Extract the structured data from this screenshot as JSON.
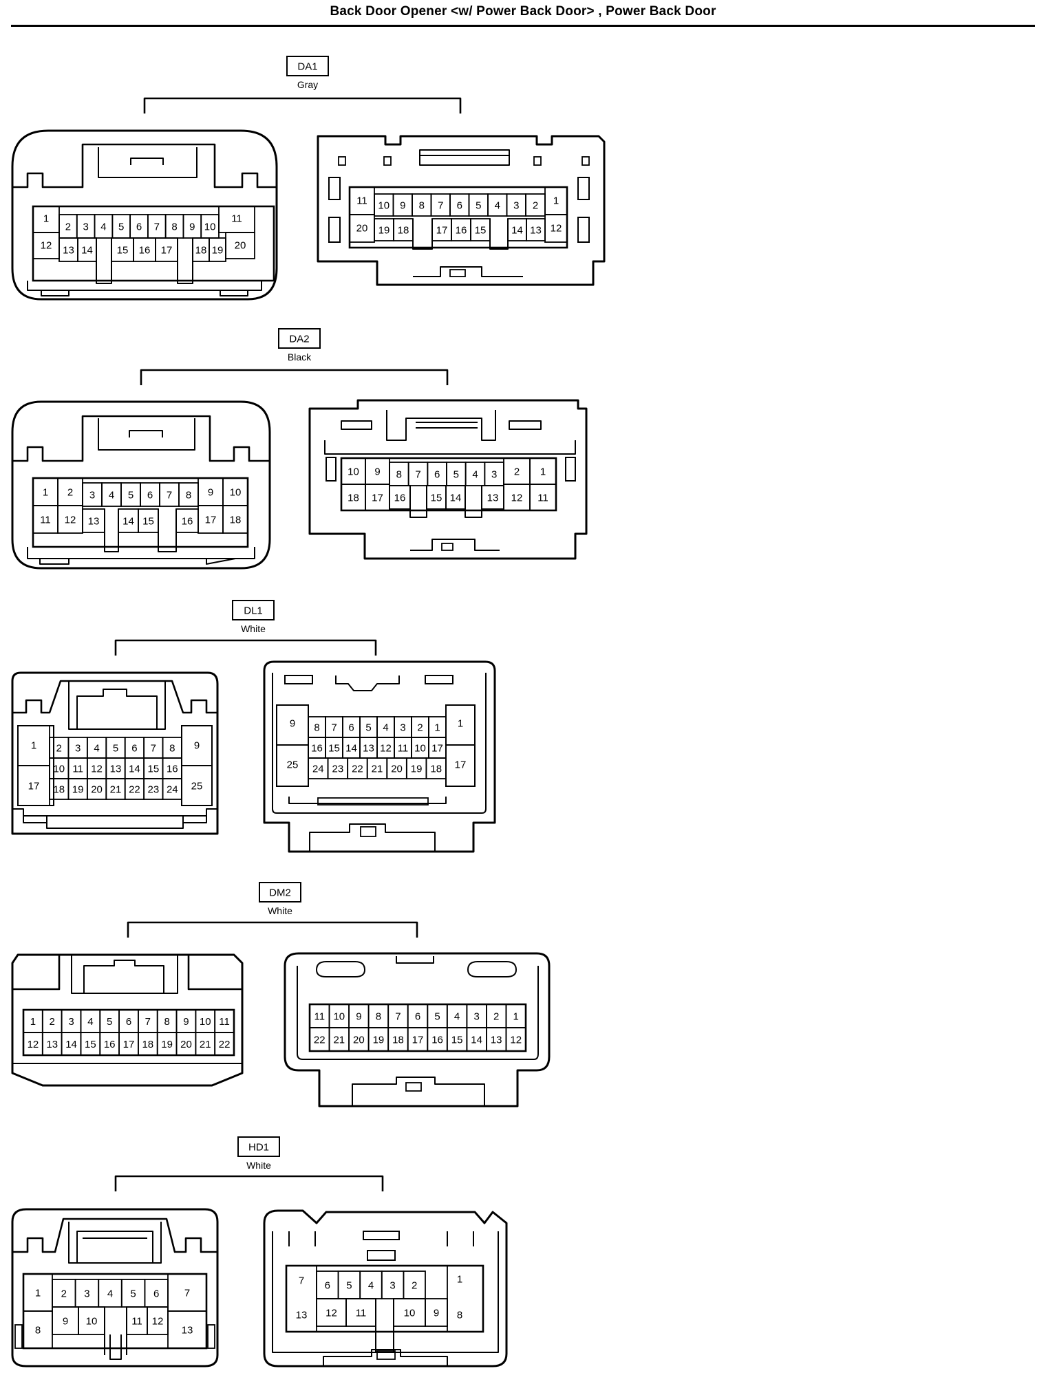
{
  "title": "Back Door Opener <w/ Power Back Door> , Power Back Door",
  "connectors": [
    {
      "id": "DA1",
      "color": "Gray",
      "left": {
        "top": [
          "1",
          "2",
          "3",
          "4",
          "5",
          "6",
          "7",
          "8",
          "9",
          "10",
          "11"
        ],
        "bottom": [
          "12",
          "13",
          "14",
          "15",
          "16",
          "17",
          "18",
          "19",
          "20"
        ]
      },
      "right": {
        "top": [
          "11",
          "10",
          "9",
          "8",
          "7",
          "6",
          "5",
          "4",
          "3",
          "2",
          "1"
        ],
        "bottom": [
          "20",
          "19",
          "18",
          "17",
          "16",
          "15",
          "14",
          "13",
          "12"
        ]
      }
    },
    {
      "id": "DA2",
      "color": "Black",
      "left": {
        "top": [
          "1",
          "2",
          "3",
          "4",
          "5",
          "6",
          "7",
          "8",
          "9",
          "10"
        ],
        "bottom": [
          "11",
          "12",
          "13",
          "14",
          "15",
          "16",
          "17",
          "18"
        ]
      },
      "right": {
        "top": [
          "10",
          "9",
          "8",
          "7",
          "6",
          "5",
          "4",
          "3",
          "2",
          "1"
        ],
        "bottom": [
          "18",
          "17",
          "16",
          "15",
          "14",
          "13",
          "12",
          "11"
        ]
      }
    },
    {
      "id": "DL1",
      "color": "White",
      "left": {
        "top": [
          "1",
          "2",
          "3",
          "4",
          "5",
          "6",
          "7",
          "8",
          "9"
        ],
        "middle": [
          "17",
          "10",
          "11",
          "12",
          "13",
          "14",
          "15",
          "16",
          "25"
        ],
        "bottom": [
          "18",
          "19",
          "20",
          "21",
          "22",
          "23",
          "24"
        ]
      },
      "right": {
        "top": [
          "9",
          "8",
          "7",
          "6",
          "5",
          "4",
          "3",
          "2",
          "1"
        ],
        "middle": [
          "25",
          "16",
          "15",
          "14",
          "13",
          "12",
          "11",
          "10",
          "17"
        ],
        "bottom": [
          "24",
          "23",
          "22",
          "21",
          "20",
          "19",
          "18"
        ]
      }
    },
    {
      "id": "DM2",
      "color": "White",
      "left": {
        "top": [
          "1",
          "2",
          "3",
          "4",
          "5",
          "6",
          "7",
          "8",
          "9",
          "10",
          "11"
        ],
        "bottom": [
          "12",
          "13",
          "14",
          "15",
          "16",
          "17",
          "18",
          "19",
          "20",
          "21",
          "22"
        ]
      },
      "right": {
        "top": [
          "11",
          "10",
          "9",
          "8",
          "7",
          "6",
          "5",
          "4",
          "3",
          "2",
          "1"
        ],
        "bottom": [
          "22",
          "21",
          "20",
          "19",
          "18",
          "17",
          "16",
          "15",
          "14",
          "13",
          "12"
        ]
      }
    },
    {
      "id": "HD1",
      "color": "White",
      "left": {
        "top": [
          "1",
          "2",
          "3",
          "4",
          "5",
          "6",
          "7"
        ],
        "bottom": [
          "8",
          "9",
          "10",
          "11",
          "12",
          "13"
        ]
      },
      "right": {
        "top": [
          "7",
          "6",
          "5",
          "4",
          "3",
          "2",
          "1"
        ],
        "bottom": [
          "13",
          "12",
          "11",
          "10",
          "9",
          "8"
        ]
      }
    }
  ]
}
